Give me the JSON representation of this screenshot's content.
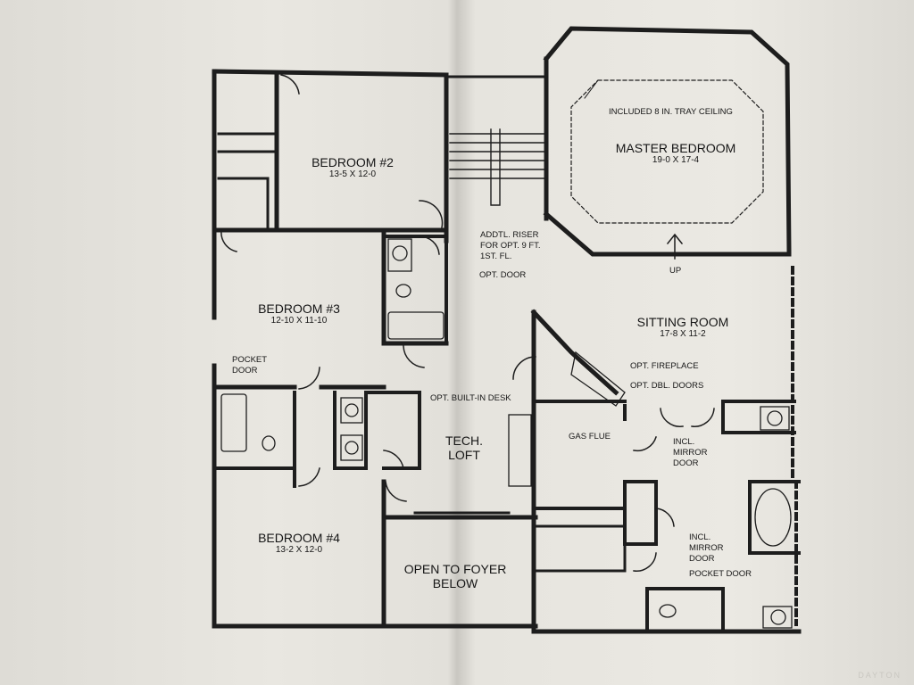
{
  "rooms": {
    "bedroom2": {
      "name": "BEDROOM #2",
      "dims": "13-5 X 12-0"
    },
    "bedroom3": {
      "name": "BEDROOM #3",
      "dims": "12-10 X 11-10"
    },
    "bedroom4": {
      "name": "BEDROOM #4",
      "dims": "13-2 X 12-0"
    },
    "master": {
      "name": "MASTER BEDROOM",
      "dims": "19-0 X 17-4"
    },
    "sitting": {
      "name": "SITTING ROOM",
      "dims": "17-8 X 11-2"
    },
    "tech_loft_line1": "TECH.",
    "tech_loft_line2": "LOFT",
    "foyer_line1": "OPEN TO FOYER",
    "foyer_line2": "BELOW"
  },
  "notes": {
    "tray_ceiling": "INCLUDED 8 IN. TRAY CEILING",
    "riser_line1": "ADDTL. RISER",
    "riser_line2": "FOR OPT. 9 FT.",
    "riser_line3": "1ST. FL.",
    "opt_door": "OPT. DOOR",
    "built_in_desk": "OPT. BUILT-IN DESK",
    "pocket_door_1a": "POCKET",
    "pocket_door_1b": "DOOR",
    "opt_fireplace": "OPT. FIREPLACE",
    "opt_dbl_doors": "OPT. DBL. DOORS",
    "gas_flue": "GAS FLUE",
    "mirror1_a": "INCL.",
    "mirror1_b": "MIRROR",
    "mirror1_c": "DOOR",
    "mirror2_a": "INCL.",
    "mirror2_b": "MIRROR",
    "mirror2_c": "DOOR",
    "pocket_door_2": "POCKET DOOR",
    "up": "UP"
  },
  "watermark": "DAYTON",
  "colors": {
    "wall": "#1d1d1d",
    "paper": "#e6e4de"
  }
}
